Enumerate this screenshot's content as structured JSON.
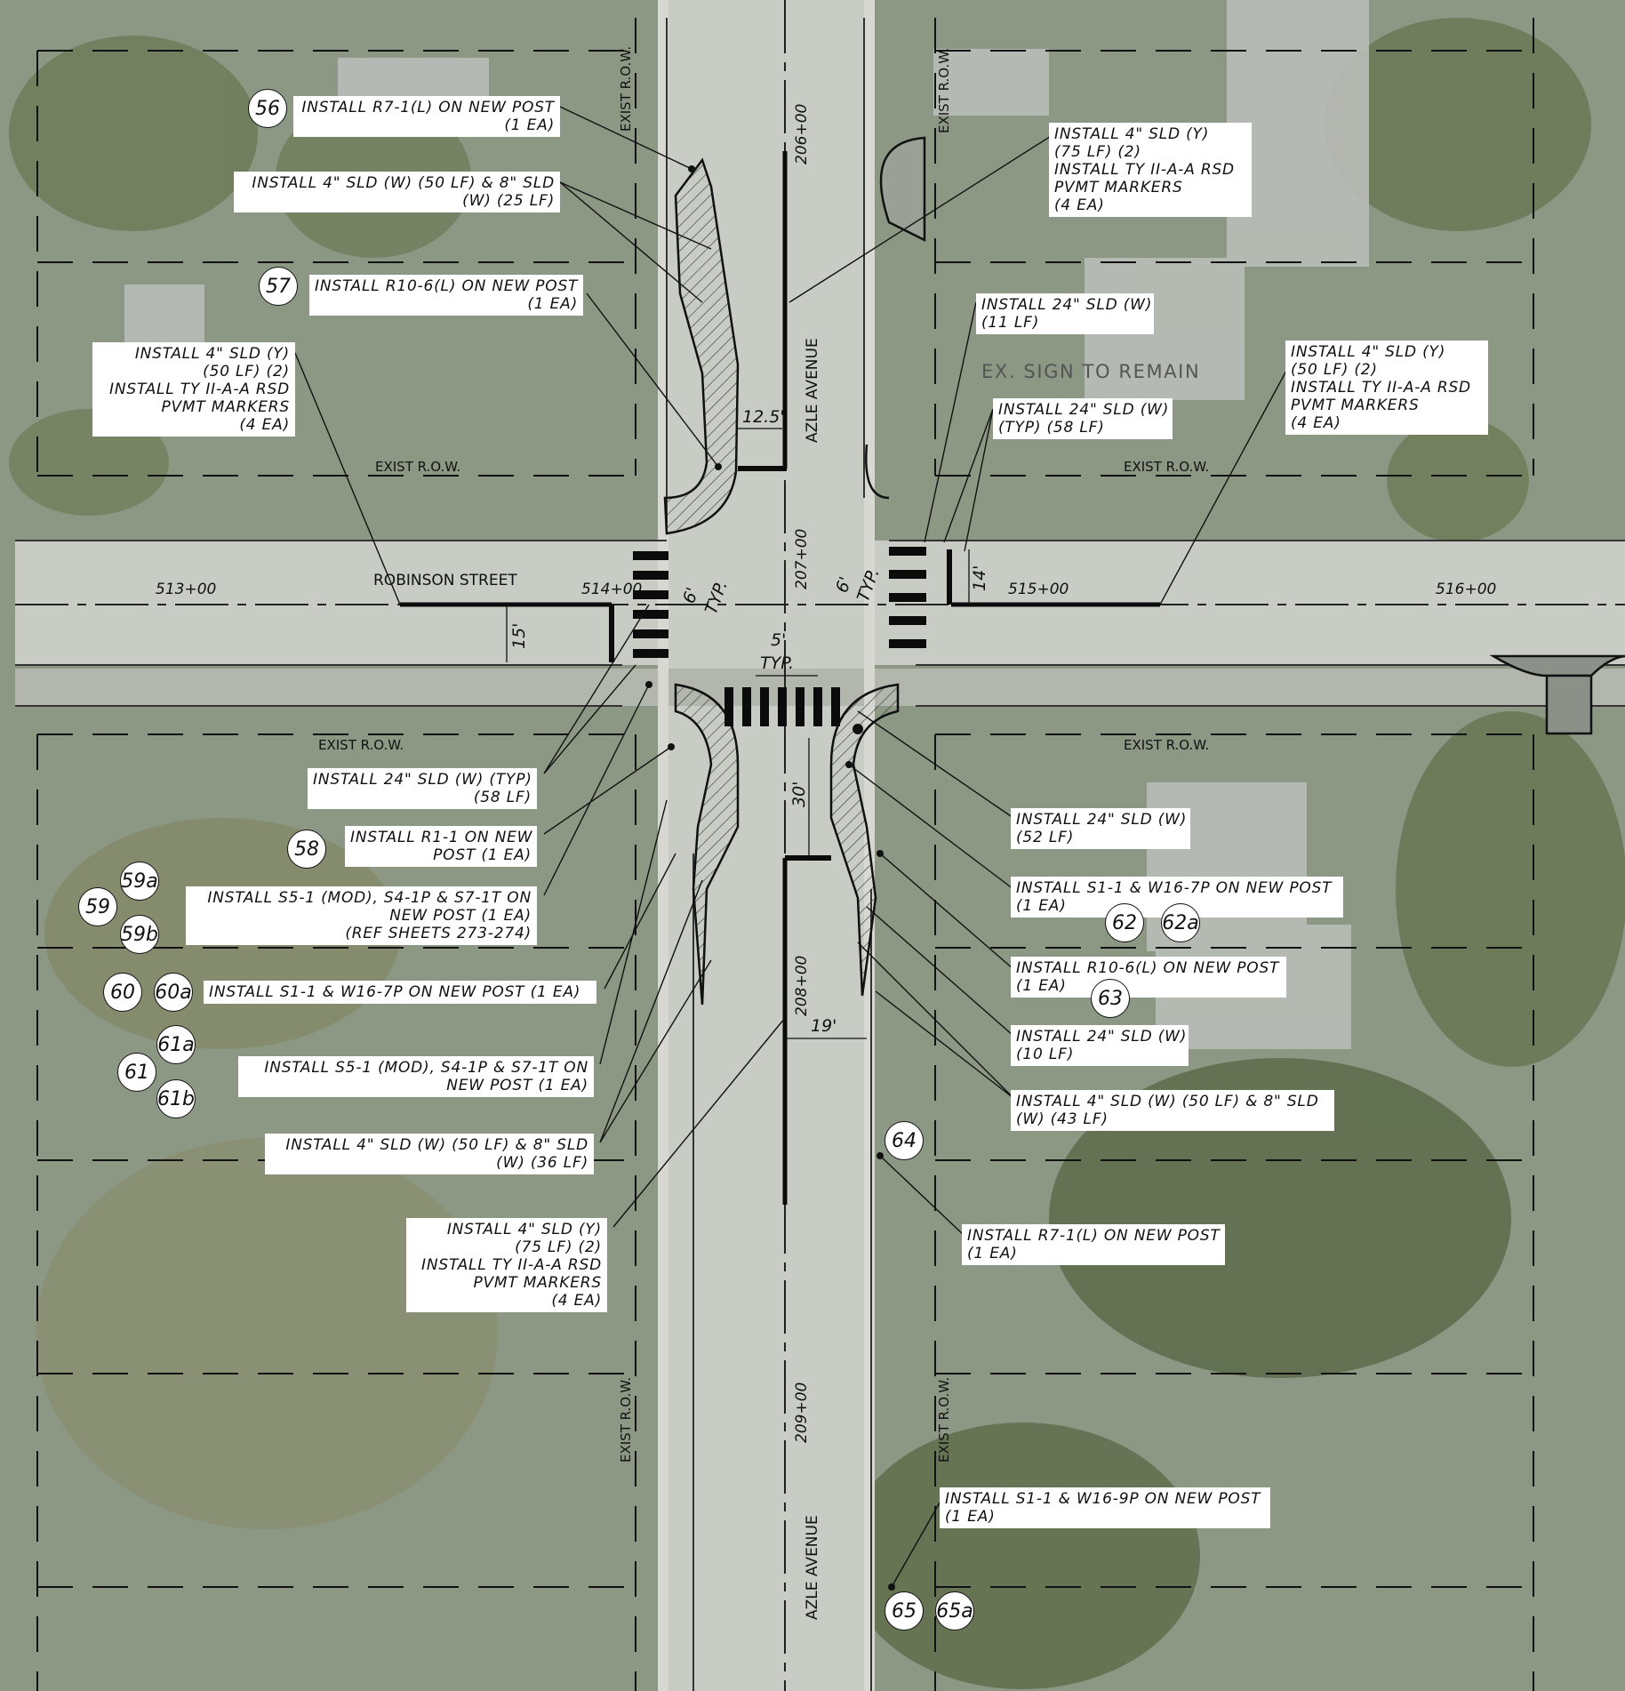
{
  "streets": {
    "robinson": "ROBINSON STREET",
    "azle_north": "AZLE AVENUE",
    "azle_south": "AZLE AVENUE"
  },
  "stations": {
    "s513": "513+00",
    "s514": "514+00",
    "s515": "515+00",
    "s516": "516+00",
    "s206": "206+00",
    "s207": "207+00",
    "s208": "208+00",
    "s209": "209+00"
  },
  "row_labels": {
    "nw_vertical": "EXIST R.O.W.",
    "ne_vertical": "EXIST R.O.W.",
    "nw_horizontal": "EXIST R.O.W.",
    "ne_horizontal": "EXIST R.O.W.",
    "sw_horizontal": "EXIST R.O.W.",
    "se_horizontal": "EXIST R.O.W.",
    "sw_vertical": "EXIST R.O.W.",
    "se_vertical": "EXIST R.O.W."
  },
  "dimensions": {
    "d12_5": "12.5'",
    "d6_left": "6'",
    "typ_left": "TYP.",
    "d6_right": "6'",
    "typ_right": "TYP.",
    "d14": "14'",
    "d15": "15'",
    "d5": "5'",
    "typ_mid": "TYP.",
    "d30": "30'",
    "d19": "19'"
  },
  "ex_sign": "EX. SIGN TO REMAIN",
  "notes": {
    "n56": "INSTALL R7-1(L) ON NEW POST\n(1 EA)",
    "n_sld_nw": "INSTALL 4\" SLD (W) (50 LF) & 8\" SLD\n(W) (25 LF)",
    "n57": "INSTALL R10-6(L) ON NEW POST\n(1 EA)",
    "n_y_nw": "INSTALL 4\" SLD (Y)\n(50 LF) (2)\nINSTALL TY II-A-A RSD\nPVMT MARKERS\n(4 EA)",
    "n_y_north": "INSTALL 4\" SLD (Y)\n(75 LF) (2)\nINSTALL TY II-A-A RSD\nPVMT MARKERS\n(4 EA)",
    "n_24_11": "INSTALL 24\" SLD (W)\n(11 LF)",
    "n_24_58_ne": "INSTALL 24\" SLD (W)\n(TYP) (58 LF)",
    "n_y_ne": "INSTALL 4\" SLD (Y)\n(50 LF) (2)\nINSTALL TY II-A-A RSD\nPVMT MARKERS\n(4 EA)",
    "n_24_58_sw": "INSTALL 24\" SLD (W) (TYP)\n(58 LF)",
    "n58": "INSTALL R1-1 ON NEW\nPOST (1 EA)",
    "n59": "INSTALL S5-1 (MOD), S4-1P & S7-1T ON\nNEW POST (1 EA)\n(REF SHEETS 273-274)",
    "n60": "INSTALL S1-1 & W16-7P ON NEW POST (1 EA)",
    "n61": "INSTALL S5-1 (MOD), S4-1P & S7-1T ON\nNEW POST (1 EA)",
    "n_sld_sw": "INSTALL 4\" SLD (W) (50 LF) & 8\" SLD\n(W) (36 LF)",
    "n_y_south": "INSTALL 4\" SLD (Y)\n(75 LF) (2)\nINSTALL TY II-A-A RSD\nPVMT MARKERS\n(4 EA)",
    "n_24_52": "INSTALL 24\" SLD (W)\n(52 LF)",
    "n62": "INSTALL S1-1 & W16-7P ON NEW POST\n(1 EA)",
    "n63": "INSTALL R10-6(L) ON NEW POST\n(1 EA)",
    "n_24_10": "INSTALL 24\" SLD (W)\n(10 LF)",
    "n_sld_se": "INSTALL 4\" SLD (W) (50 LF) & 8\" SLD\n(W) (43 LF)",
    "n64": "INSTALL R7-1(L) ON NEW POST\n(1 EA)",
    "n65": "INSTALL S1-1 & W16-9P ON NEW POST\n(1 EA)"
  },
  "bubbles": {
    "b56": "56",
    "b57": "57",
    "b58": "58",
    "b59": "59",
    "b59a": "59a",
    "b59b": "59b",
    "b60": "60",
    "b60a": "60a",
    "b61": "61",
    "b61a": "61a",
    "b61b": "61b",
    "b62": "62",
    "b62a": "62a",
    "b63": "63",
    "b64": "64",
    "b65": "65",
    "b65a": "65a"
  }
}
